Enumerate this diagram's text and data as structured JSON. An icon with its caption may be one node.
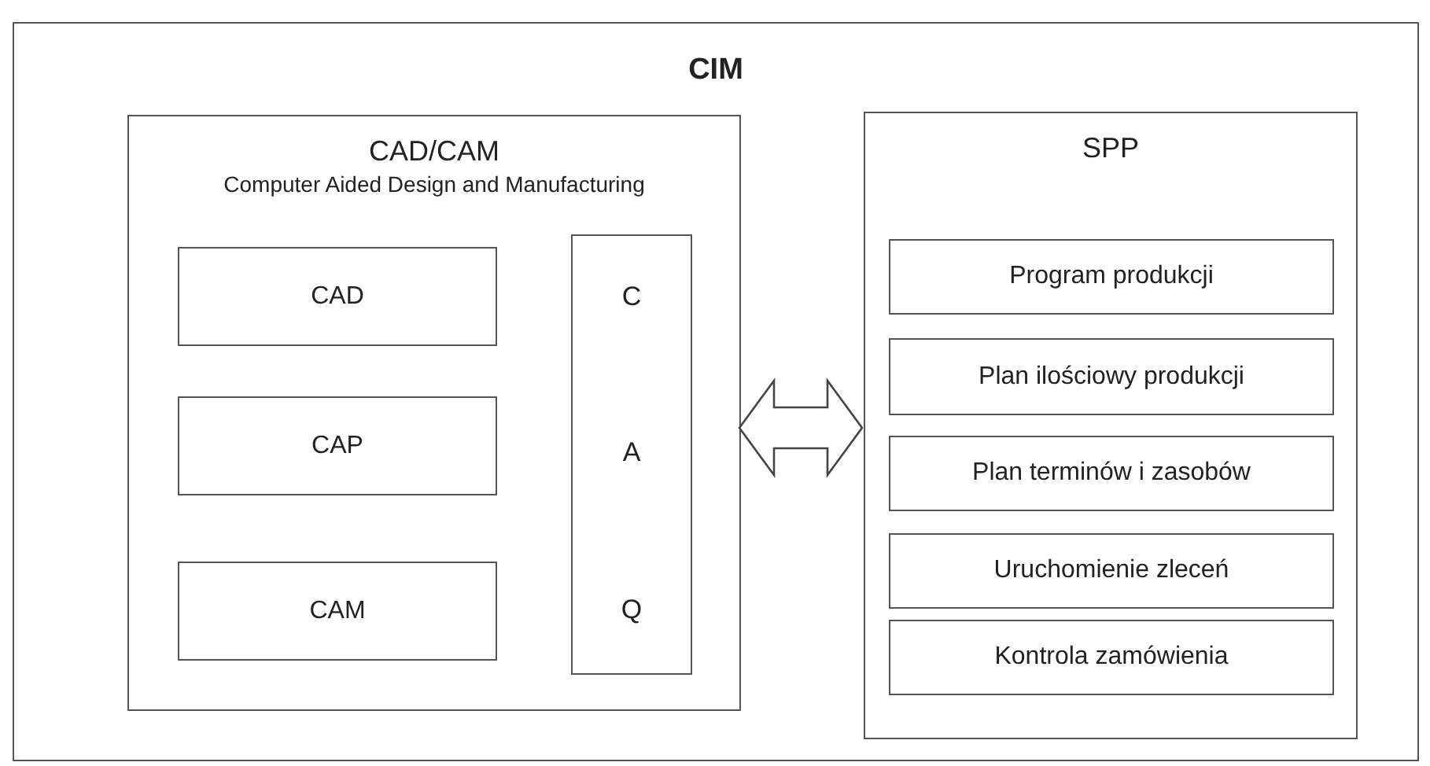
{
  "diagram": {
    "nodes": [
      {
        "text": [
          "CIM"
        ]
      },
      {
        "text": [
          "CAD/CAM",
          "Computer Aided Design and Manufacturing"
        ],
        "in": 0
      },
      {
        "text": [
          "CAD"
        ],
        "in": 1
      },
      {
        "text": [
          "CAP"
        ],
        "in": 1
      },
      {
        "text": [
          "CAM"
        ],
        "in": 1
      },
      {
        "text": [
          "C",
          "A",
          "Q"
        ],
        "in": 1
      },
      {
        "text": [
          "SPP"
        ],
        "in": 0
      },
      {
        "text": [
          "Program produkcji"
        ],
        "in": 6
      },
      {
        "text": [
          "Plan ilościowy produkcji"
        ],
        "in": 6
      },
      {
        "text": [
          "Plan terminów i zasobów"
        ],
        "in": 6
      },
      {
        "text": [
          "Uruchomienie zleceń"
        ],
        "in": 6
      },
      {
        "text": [
          "Kontrola zamówienia"
        ],
        "in": 6
      }
    ],
    "edges": [
      {
        "from": 1,
        "to": 6,
        "arrow": "both"
      }
    ]
  }
}
